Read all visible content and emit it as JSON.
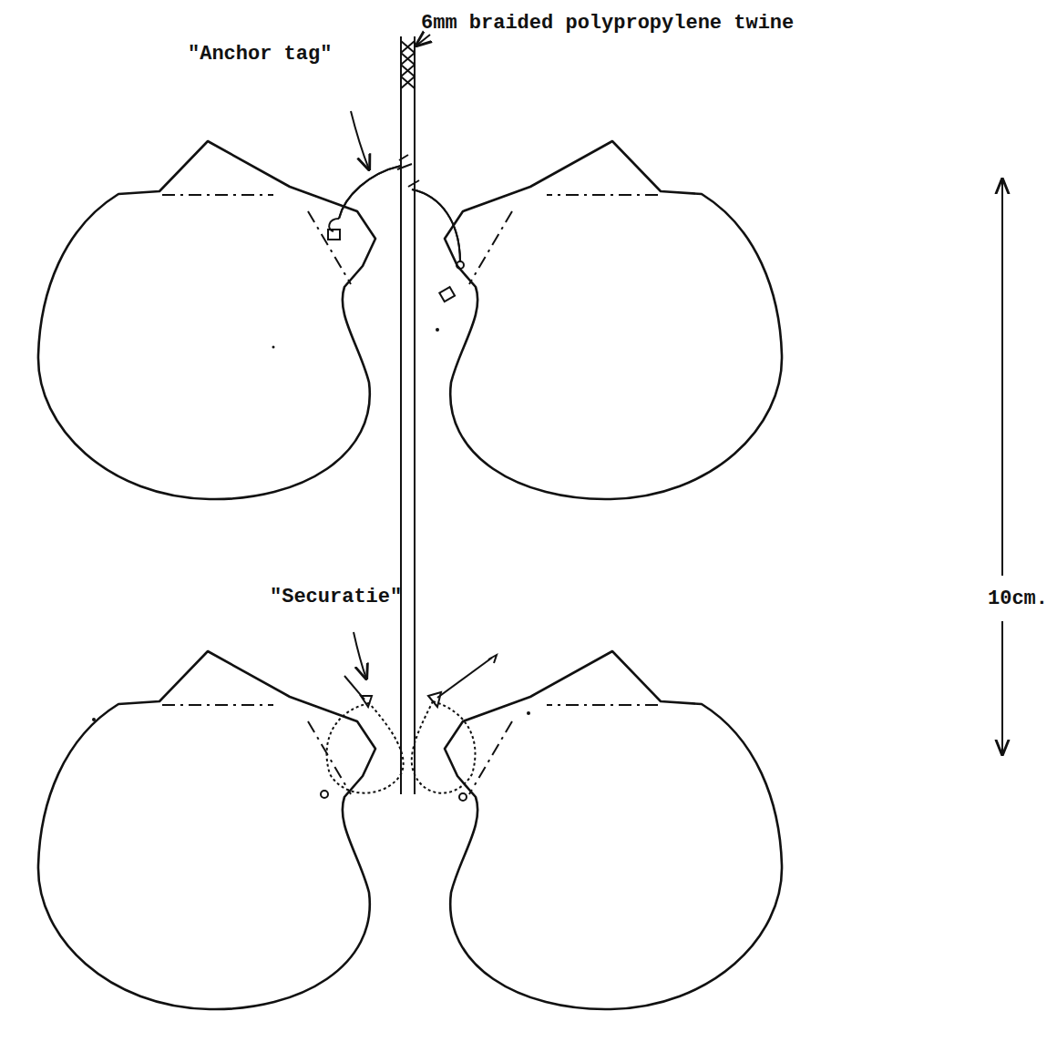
{
  "diagram": {
    "labels": [
      "6mm braided polypropylene twine",
      "\"Anchor tag\"",
      "\"Securatie\"",
      "10cm."
    ]
  }
}
